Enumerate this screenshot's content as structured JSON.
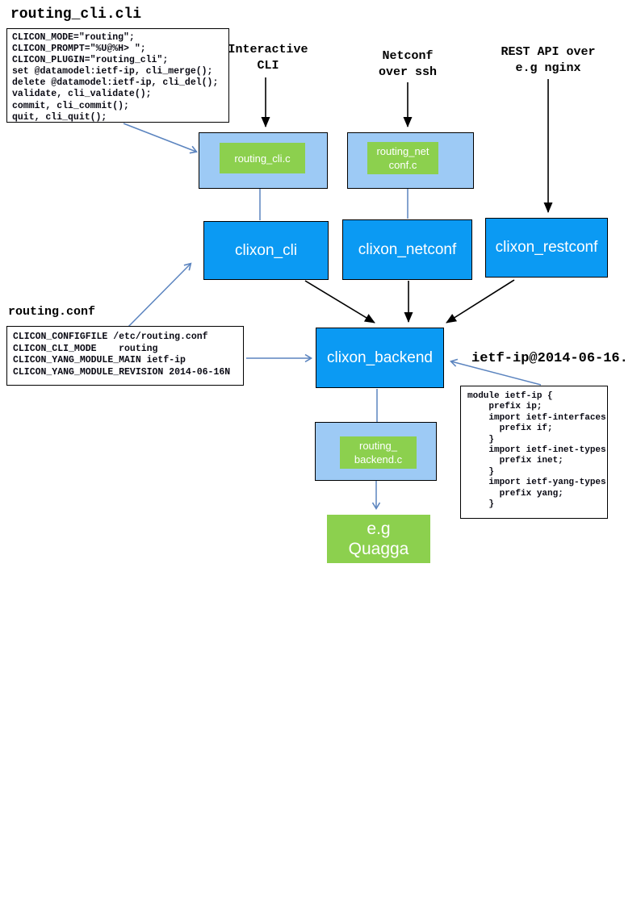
{
  "colors": {
    "daemon_blue": "#0b9af3",
    "container_light_blue": "#9dcaf5",
    "plugin_green": "#8cd04e",
    "arrow_blue": "#5b84bf",
    "arrow_black": "#000000"
  },
  "annotations": {
    "cli_file_title": "routing_cli.cli",
    "conf_file_title": "routing.conf",
    "yang_file_title": "ietf-ip@2014-06-16.",
    "interactive_cli": "Interactive\nCLI",
    "netconf_over_ssh": "Netconf\nover ssh",
    "rest_api": "REST API over\ne.g nginx"
  },
  "code_boxes": {
    "cli_file": [
      "CLICON_MODE=\"routing\";",
      "CLICON_PROMPT=\"%U@%H> \";",
      "CLICON_PLUGIN=\"routing_cli\";",
      "set @datamodel:ietf-ip, cli_merge();",
      "delete @datamodel:ietf-ip, cli_del();",
      "validate, cli_validate();",
      "commit, cli_commit();",
      "quit, cli_quit();"
    ],
    "conf_file": [
      "CLICON_CONFIGFILE /etc/routing.conf",
      "CLICON_CLI_MODE    routing",
      "CLICON_YANG_MODULE_MAIN ietf-ip",
      "CLICON_YANG_MODULE_REVISION 2014-06-16N"
    ],
    "yang_module": [
      "module ietf-ip {",
      "    prefix ip;",
      "    import ietf-interfaces {",
      "      prefix if;",
      "    }",
      "    import ietf-inet-types {",
      "      prefix inet;",
      "    }",
      "    import ietf-yang-types {",
      "      prefix yang;",
      "    }"
    ]
  },
  "nodes": {
    "clixon_cli": "clixon_cli",
    "clixon_netconf": "clixon_netconf",
    "clixon_restconf": "clixon_restconf",
    "clixon_backend": "clixon_backend",
    "routing_cli_c": "routing_cli.c",
    "routing_netconf_c": "routing_net\nconf.c",
    "routing_backend_c": "routing_\nbackend.c",
    "quagga": "e.g\nQuagga"
  }
}
